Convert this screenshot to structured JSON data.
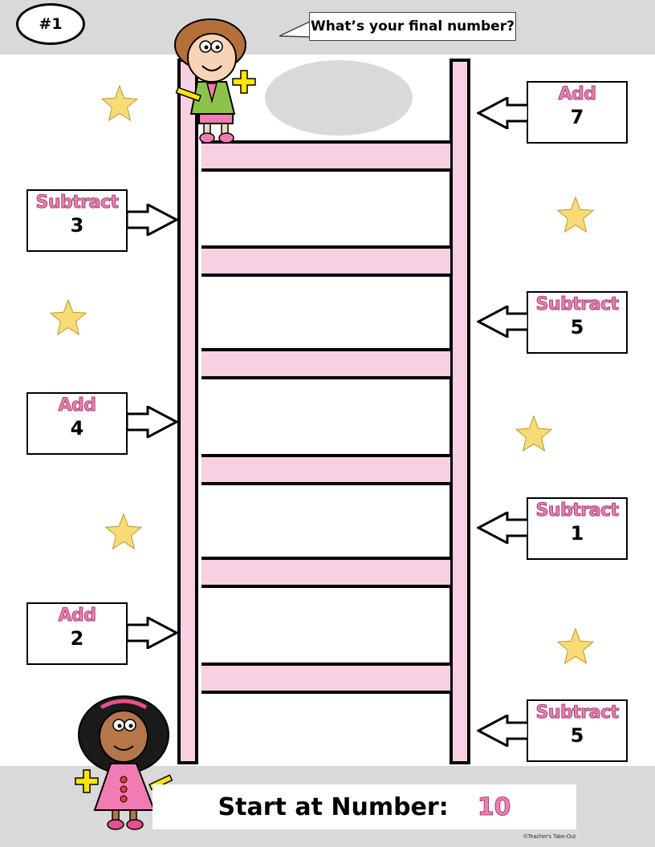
{
  "header": {
    "page_number": "#1",
    "question": "What’s your final number?"
  },
  "left_steps": [
    {
      "operation": "Subtract",
      "value": "3"
    },
    {
      "operation": "Add",
      "value": "4"
    },
    {
      "operation": "Add",
      "value": "2"
    }
  ],
  "right_steps": [
    {
      "operation": "Add",
      "value": "7"
    },
    {
      "operation": "Subtract",
      "value": "5"
    },
    {
      "operation": "Subtract",
      "value": "1"
    },
    {
      "operation": "Subtract",
      "value": "5"
    }
  ],
  "start": {
    "label": "Start at Number:",
    "value": "10"
  },
  "footer": {
    "copyright": "©Teacher's Take-Out"
  },
  "colors": {
    "ladder_pink": "#f7d0e3",
    "label_pink": "#f27cb2",
    "band_gray": "#d9d9d9",
    "star_yellow": "#f8db74"
  },
  "icons": [
    "star-icon",
    "arrow-right-icon",
    "arrow-left-icon",
    "plus-icon",
    "girl-character-icon"
  ]
}
